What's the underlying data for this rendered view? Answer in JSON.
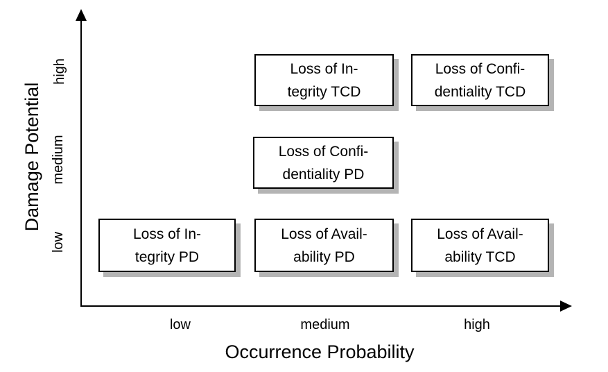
{
  "chart_data": {
    "type": "scatter",
    "title": "",
    "xlabel": "Occurrence Probability",
    "ylabel": "Damage Potential",
    "x_categories": [
      "low",
      "medium",
      "high"
    ],
    "y_categories": [
      "low",
      "medium",
      "high"
    ],
    "grid": false,
    "legend": false,
    "points": [
      {
        "label": "Loss of Integrity TCD",
        "x": "medium",
        "y": "high"
      },
      {
        "label": "Loss of Confidentiality TCD",
        "x": "high",
        "y": "high"
      },
      {
        "label": "Loss of Confidentiality PD",
        "x": "medium",
        "y": "medium"
      },
      {
        "label": "Loss of Integrity PD",
        "x": "low",
        "y": "low"
      },
      {
        "label": "Loss of Availability PD",
        "x": "medium",
        "y": "low"
      },
      {
        "label": "Loss of Availability TCD",
        "x": "high",
        "y": "low"
      }
    ]
  },
  "boxes": [
    {
      "lines": [
        "Loss of In-",
        "tegrity TCD"
      ],
      "x": "medium",
      "y": "high"
    },
    {
      "lines": [
        "Loss of Confi-",
        "dentiality TCD"
      ],
      "x": "high",
      "y": "high"
    },
    {
      "lines": [
        "Loss of Confi-",
        "dentiality PD"
      ],
      "x": "medium",
      "y": "medium"
    },
    {
      "lines": [
        "Loss of In-",
        "tegrity PD"
      ],
      "x": "low",
      "y": "low"
    },
    {
      "lines": [
        "Loss of Avail-",
        "ability PD"
      ],
      "x": "medium",
      "y": "low"
    },
    {
      "lines": [
        "Loss of Avail-",
        "ability TCD"
      ],
      "x": "high",
      "y": "low"
    }
  ],
  "colors": {
    "background": "#ffffff",
    "line": "#000000",
    "box_fill": "#ffffff",
    "box_border": "#000000",
    "box_shadow": "#b4b4b4",
    "text": "#000000"
  }
}
